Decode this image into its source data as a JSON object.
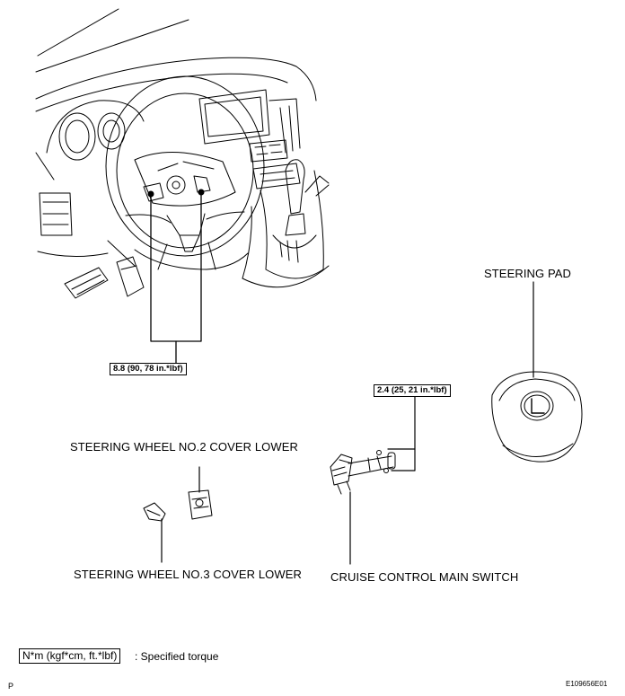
{
  "labels": {
    "steering_pad": "STEERING PAD",
    "cover2": "STEERING WHEEL NO.2 COVER LOWER",
    "cover3": "STEERING WHEEL NO.3 COVER LOWER",
    "cruise": "CRUISE CONTROL MAIN SWITCH"
  },
  "torques": {
    "wheel": "8.8 (90, 78 in.*lbf)",
    "switch": "2.4 (25, 21 in.*lbf)"
  },
  "legend": {
    "unit": "N*m (kgf*cm, ft.*lbf)",
    "text": ": Specified torque"
  },
  "footer": {
    "left": "P",
    "right": "E109656E01"
  }
}
